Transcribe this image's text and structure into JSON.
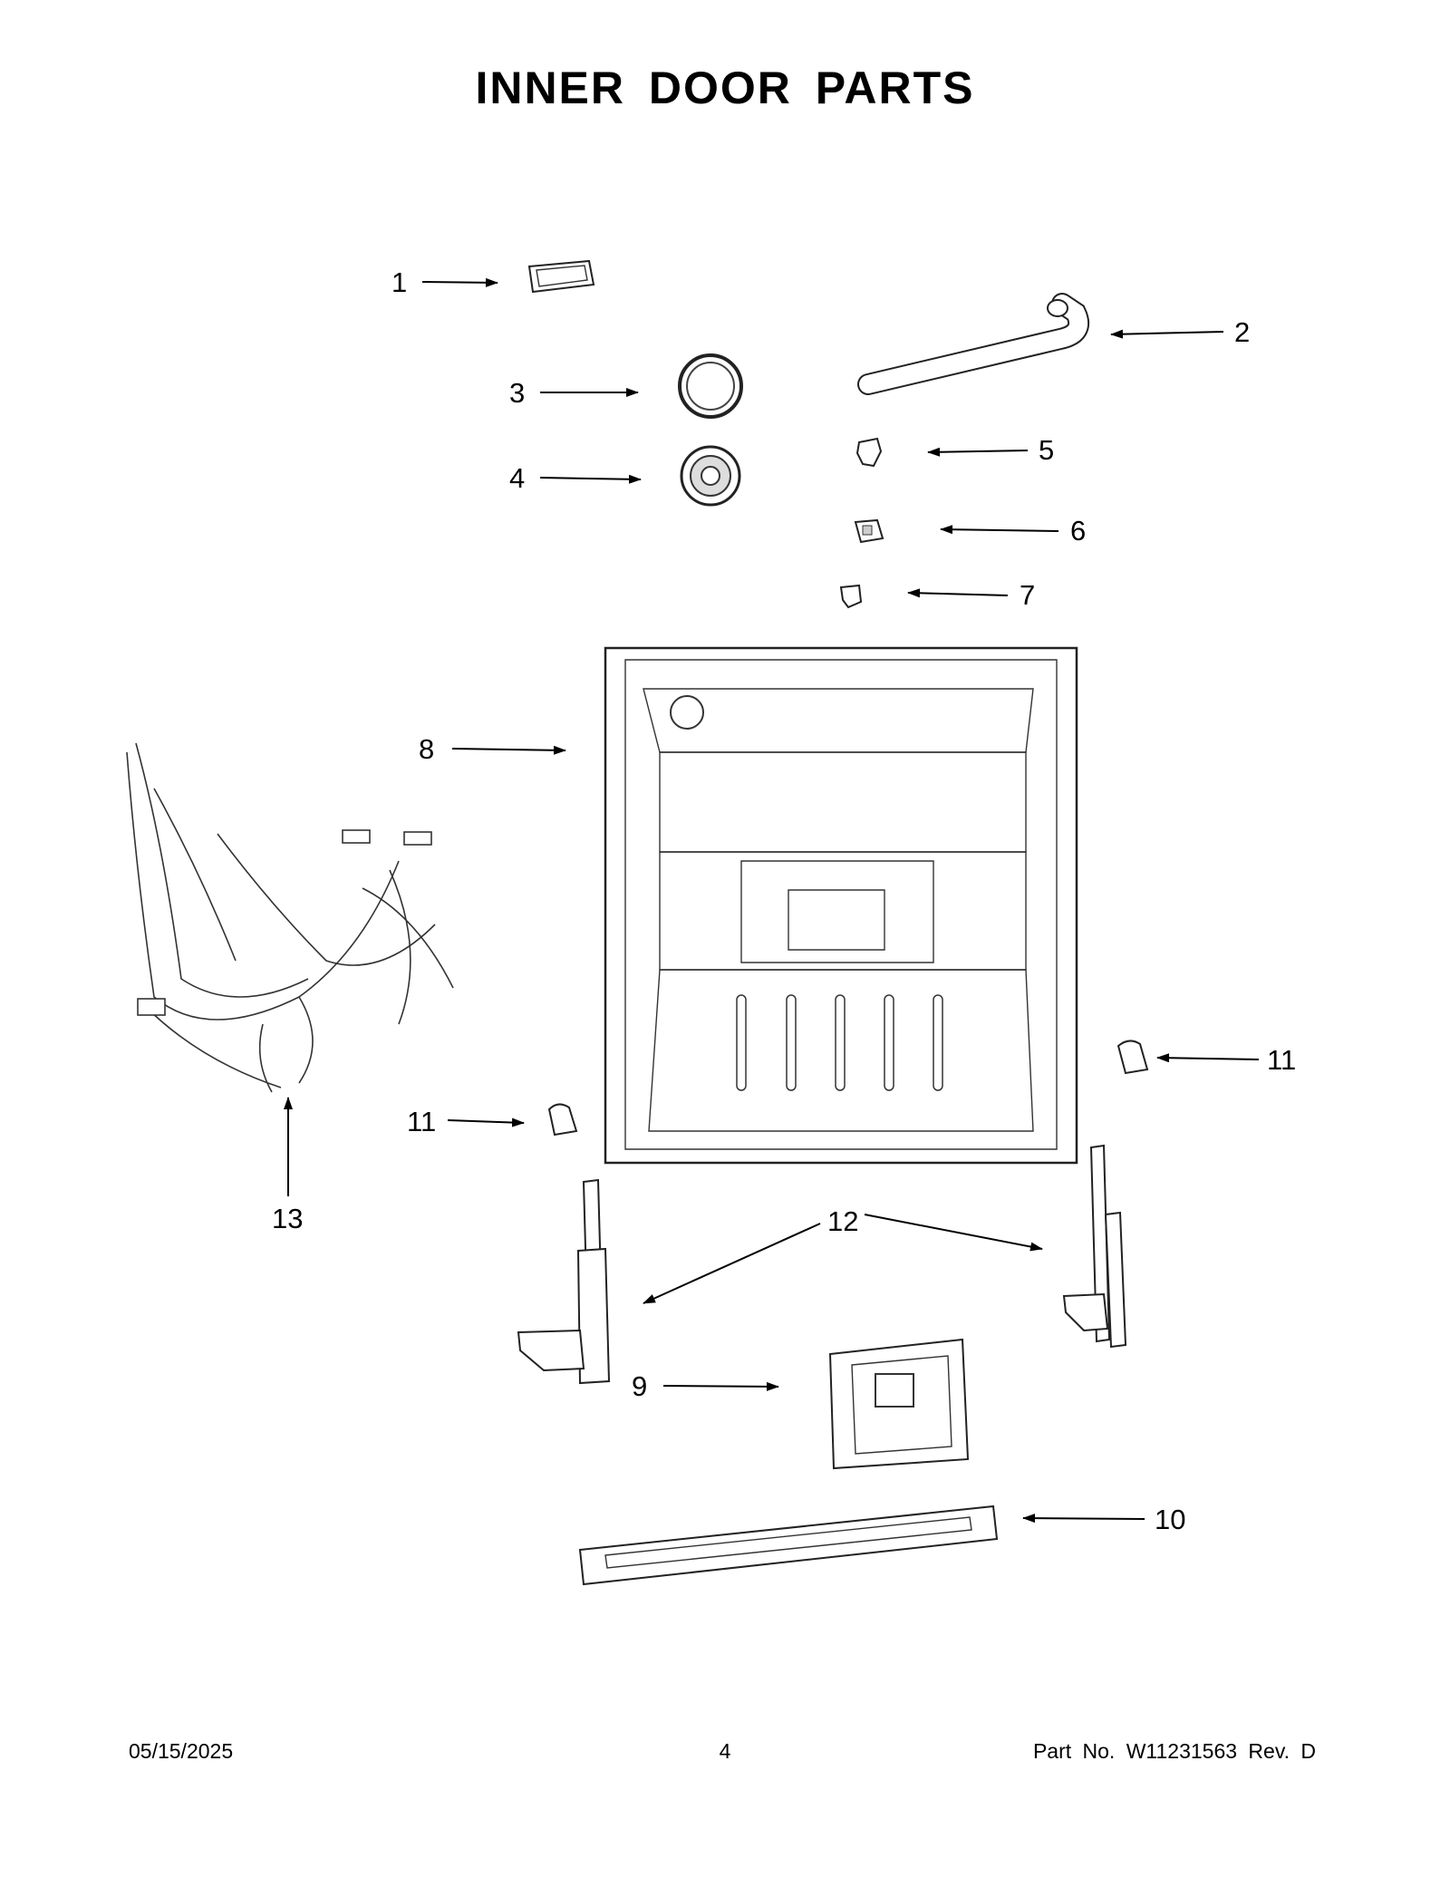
{
  "page_title": "INNER DOOR PARTS",
  "callouts": [
    {
      "id": "c1",
      "label": "1"
    },
    {
      "id": "c2",
      "label": "2"
    },
    {
      "id": "c3",
      "label": "3"
    },
    {
      "id": "c4",
      "label": "4"
    },
    {
      "id": "c5",
      "label": "5"
    },
    {
      "id": "c6",
      "label": "6"
    },
    {
      "id": "c7",
      "label": "7"
    },
    {
      "id": "c8",
      "label": "8"
    },
    {
      "id": "c9",
      "label": "9"
    },
    {
      "id": "c10",
      "label": "10"
    },
    {
      "id": "c11a",
      "label": "11"
    },
    {
      "id": "c11b",
      "label": "11"
    },
    {
      "id": "c12",
      "label": "12"
    },
    {
      "id": "c13",
      "label": "13"
    }
  ],
  "footer": {
    "date": "05/15/2025",
    "page_number": "4",
    "part_number": "Part No.  W11231563  Rev.  D"
  }
}
